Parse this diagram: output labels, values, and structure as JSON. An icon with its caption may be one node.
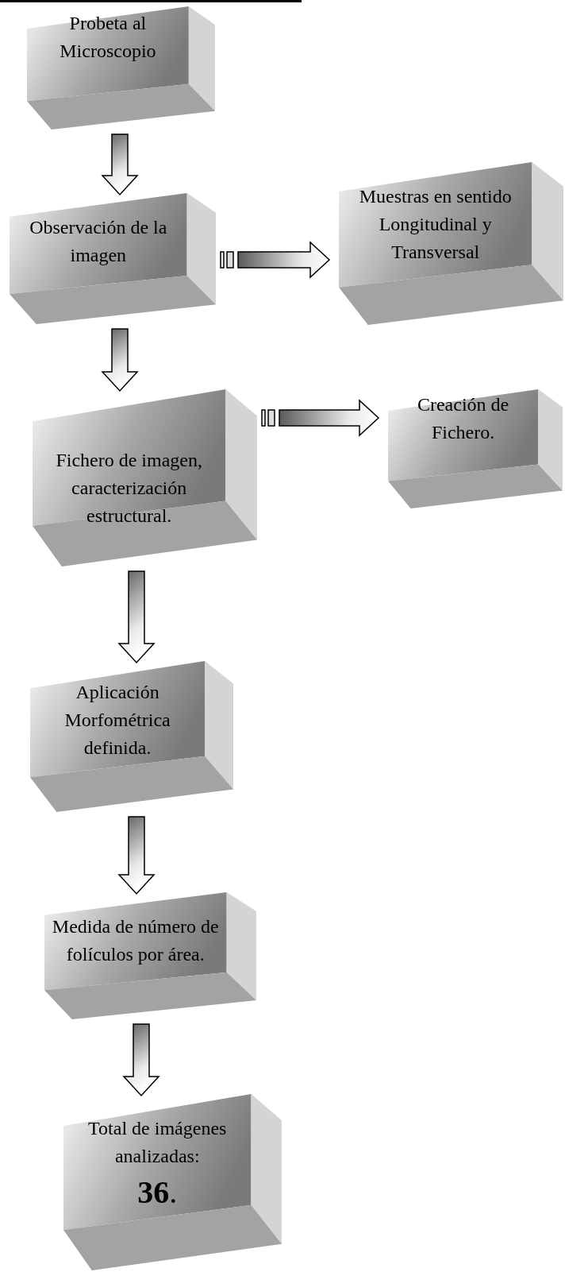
{
  "diagram": {
    "nodes": [
      {
        "text": [
          "Probeta al Microscopio"
        ]
      },
      {
        "text": [
          "Observación de la imagen"
        ]
      },
      {
        "text": [
          "Muestras en sentido Longitudinal y Transversal"
        ]
      },
      {
        "text": [
          "Fichero de imagen, caracterización estructural."
        ]
      },
      {
        "text": [
          "Creación de Fichero."
        ]
      },
      {
        "text": [
          "Aplicación Morfométrica definida."
        ]
      },
      {
        "text": [
          "Medida de número de folículos por área."
        ]
      },
      {
        "text": [
          "Total de imágenes analizadas:",
          "**36**."
        ]
      }
    ],
    "edges": [
      {
        "from": 0,
        "to": 1,
        "arrow": "to"
      },
      {
        "from": 1,
        "to": 2,
        "arrow": "to"
      },
      {
        "from": 1,
        "to": 3,
        "arrow": "to"
      },
      {
        "from": 3,
        "to": 4,
        "arrow": "to"
      },
      {
        "from": 3,
        "to": 5,
        "arrow": "to"
      },
      {
        "from": 5,
        "to": 6,
        "arrow": "to"
      },
      {
        "from": 6,
        "to": 7,
        "arrow": "to"
      }
    ]
  }
}
